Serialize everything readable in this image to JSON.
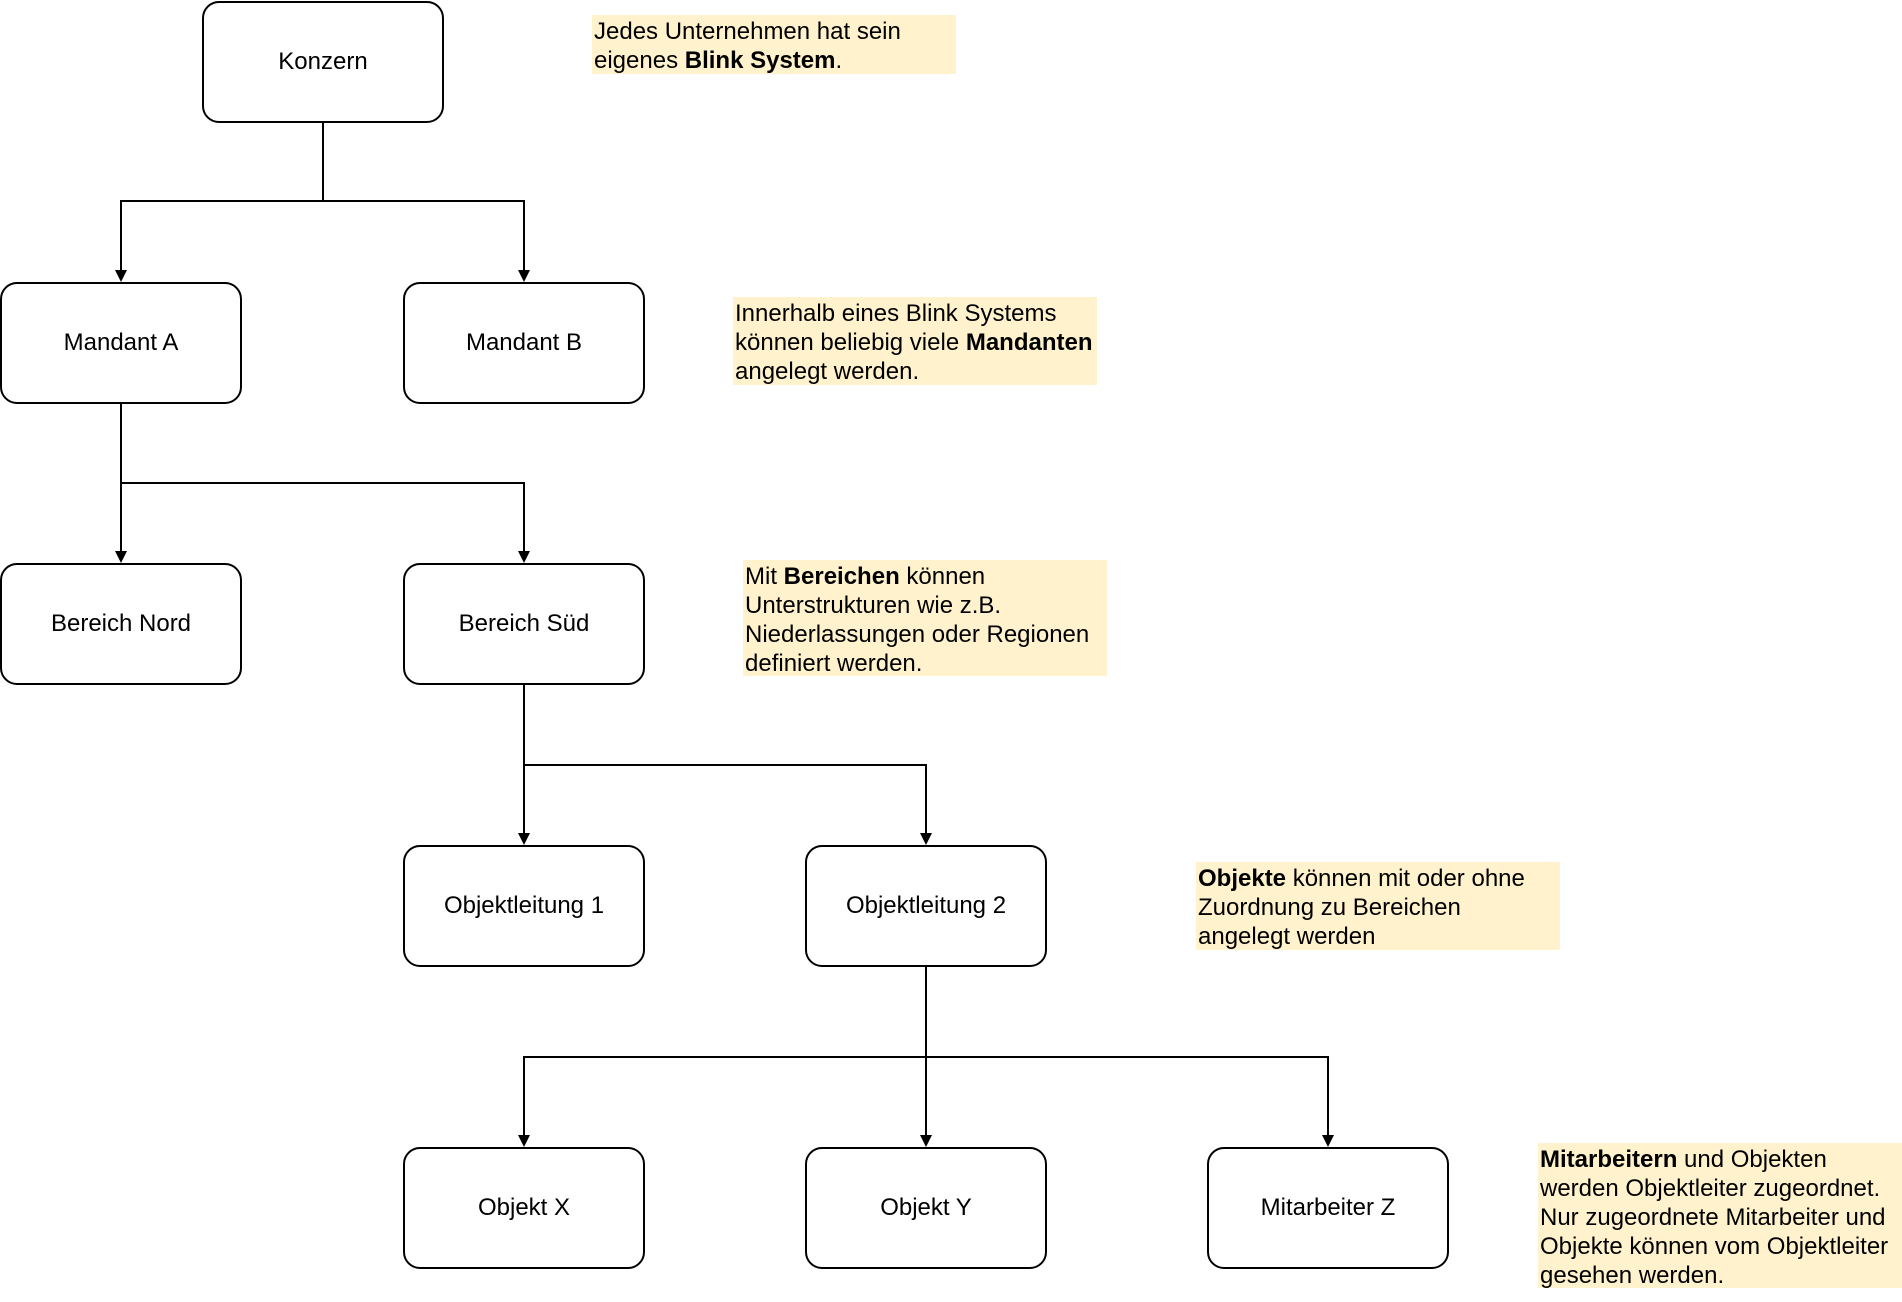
{
  "nodes": {
    "konzern": "Konzern",
    "mandant_a": "Mandant A",
    "mandant_b": "Mandant B",
    "bereich_nord": "Bereich Nord",
    "bereich_sued": "Bereich Süd",
    "objektleitung_1": "Objektleitung 1",
    "objektleitung_2": "Objektleitung 2",
    "objekt_x": "Objekt X",
    "objekt_y": "Objekt Y",
    "mitarbeiter_z": "Mitarbeiter Z"
  },
  "notes": {
    "blink_system": {
      "pre": "Jedes Unternehmen hat sein eigenes ",
      "bold": "Blink System",
      "post": "."
    },
    "mandanten": {
      "pre": "Innerhalb eines Blink Systems können beliebig viele ",
      "bold": "Mandanten",
      "post": " angelegt werden."
    },
    "bereiche": {
      "pre": "Mit ",
      "bold": "Bereichen",
      "post": " können Unterstrukturen wie z.B. Niederlassungen oder Regionen definiert werden."
    },
    "objekte": {
      "pre": "",
      "bold": "Objekte",
      "post": " können mit oder ohne Zuordnung zu Bereichen angelegt werden"
    },
    "mitarbeiter": {
      "pre": "",
      "bold": "Mitarbeitern",
      "post": " und Objekten werden Objektleiter zugeordnet. Nur zugeordnete Mitarbeiter und Objekte können vom Objektleiter gesehen werden."
    }
  },
  "colors": {
    "note_background": "#fff2cc",
    "stroke": "#000000"
  }
}
